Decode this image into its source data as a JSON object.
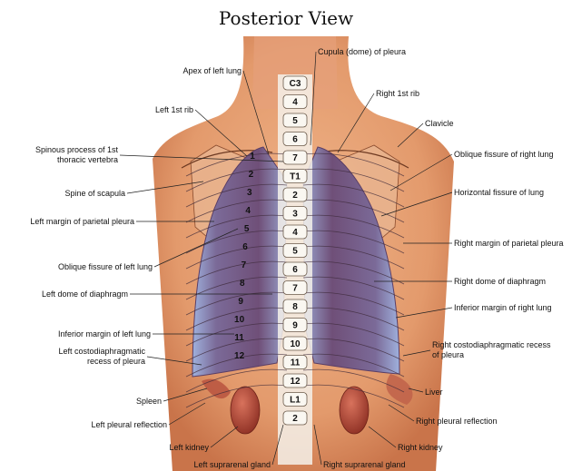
{
  "title": "Posterior View",
  "vertebra_labels": [
    "C3",
    "4",
    "5",
    "6",
    "7",
    "T1",
    "2",
    "3",
    "4",
    "5",
    "6",
    "7",
    "8",
    "9",
    "10",
    "11",
    "12",
    "L1",
    "2"
  ],
  "left_rib_labels": [
    "1",
    "2",
    "3",
    "4",
    "5",
    "6",
    "7",
    "8",
    "9",
    "10",
    "11",
    "12"
  ],
  "labels_left": [
    "Apex of left lung",
    "Left 1st rib",
    "Spinous process of 1st thoracic vertebra",
    "Spine of scapula",
    "Left margin of parietal pleura",
    "Oblique fissure of left lung",
    "Left dome of diaphragm",
    "Inferior margin of left lung",
    "Left costodiaphragmatic recess of pleura",
    "Spleen",
    "Left pleural reflection",
    "Left kidney",
    "Left suprarenal gland"
  ],
  "labels_right": [
    "Cupula (dome) of pleura",
    "Right 1st rib",
    "Clavicle",
    "Oblique fissure of right lung",
    "Horizontal fissure of lung",
    "Right margin of parietal pleura",
    "Right dome of diaphragm",
    "Inferior margin of right lung",
    "Right costodiaphragmatic recess of pleura",
    "Liver",
    "Right pleural reflection",
    "Right kidney",
    "Right suprarenal gland"
  ],
  "colors": {
    "skin": "#e8a277",
    "skin_dark": "#c9744a",
    "lung": "#7d5c86",
    "lung_edge": "#8fa6d6",
    "spine": "#f4efe6",
    "kidney": "#b44a38",
    "leader": "#222222"
  }
}
